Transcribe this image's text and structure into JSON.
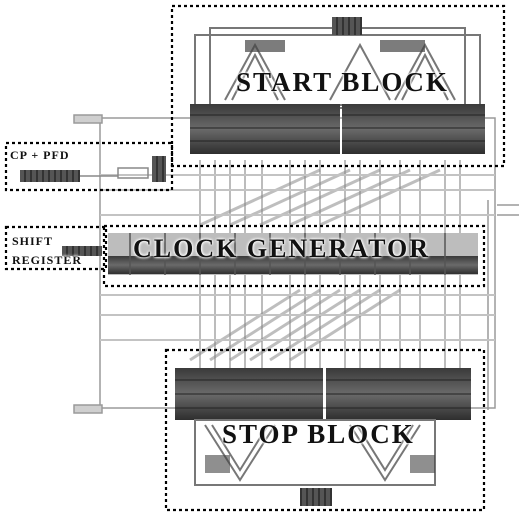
{
  "labels": {
    "start_block": "START BLOCK",
    "clock_generator": "CLOCK GENERATOR",
    "stop_block": "STOP BLOCK",
    "cp_pfd": "CP + PFD",
    "shift_register_line1": "SHIFT",
    "shift_register_line2": "REGISTER"
  }
}
